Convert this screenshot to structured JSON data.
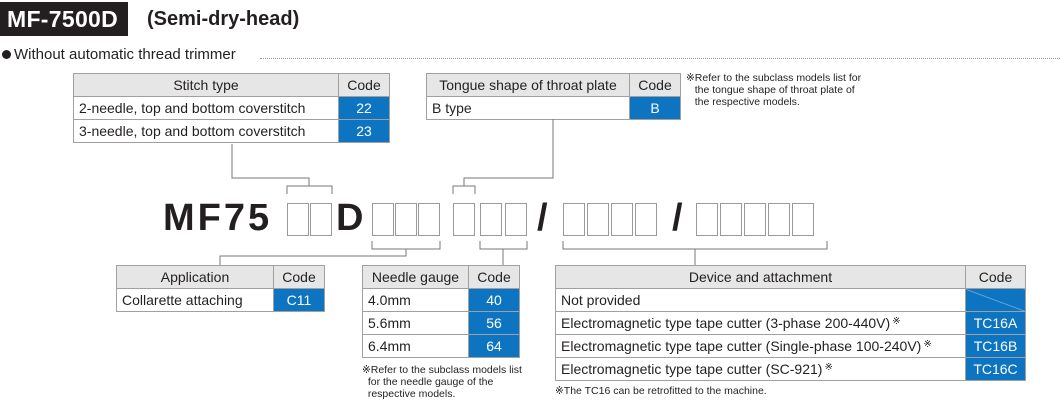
{
  "title": {
    "model": "MF-7500D",
    "subtitle": "(Semi-dry-head)"
  },
  "section": {
    "label": "Without automatic thread trimmer"
  },
  "stitch_table": {
    "headers": [
      "Stitch type",
      "Code"
    ],
    "rows": [
      {
        "label": "2-needle, top and bottom coverstitch",
        "code": "22"
      },
      {
        "label": "3-needle, top and bottom coverstitch",
        "code": "23"
      }
    ]
  },
  "tongue_table": {
    "headers": [
      "Tongue shape of throat plate",
      "Code"
    ],
    "rows": [
      {
        "label": "B type",
        "code": "B"
      }
    ],
    "note": "※Refer to the subclass models list for\n   the tongue shape of throat plate of\n   the respective models."
  },
  "model_code": {
    "prefix": "MF75",
    "mid": "D",
    "slash": "/"
  },
  "application_table": {
    "headers": [
      "Application",
      "Code"
    ],
    "rows": [
      {
        "label": "Collarette attaching",
        "code": "C11"
      }
    ]
  },
  "needle_table": {
    "headers": [
      "Needle gauge",
      "Code"
    ],
    "rows": [
      {
        "label": "4.0mm",
        "code": "40"
      },
      {
        "label": "5.6mm",
        "code": "56"
      },
      {
        "label": "6.4mm",
        "code": "64"
      }
    ],
    "note": "※Refer to the subclass models list\n  for the needle gauge of the\n  respective models."
  },
  "device_table": {
    "headers": [
      "Device and attachment",
      "Code"
    ],
    "rows": [
      {
        "label": "Not provided",
        "code": "",
        "mark": ""
      },
      {
        "label": "Electromagnetic type tape cutter (3-phase 200-440V)",
        "code": "TC16A",
        "mark": "※"
      },
      {
        "label": "Electromagnetic type tape cutter (Single-phase 100-240V)",
        "code": "TC16B",
        "mark": "※"
      },
      {
        "label": "Electromagnetic type tape cutter (SC-921)",
        "code": "TC16C",
        "mark": "※"
      }
    ],
    "note": "※The TC16 can be retrofitted to the machine."
  },
  "colors": {
    "code_blue": "#0d74c1",
    "header_gray": "#e6e6e6",
    "text": "#231f20"
  }
}
